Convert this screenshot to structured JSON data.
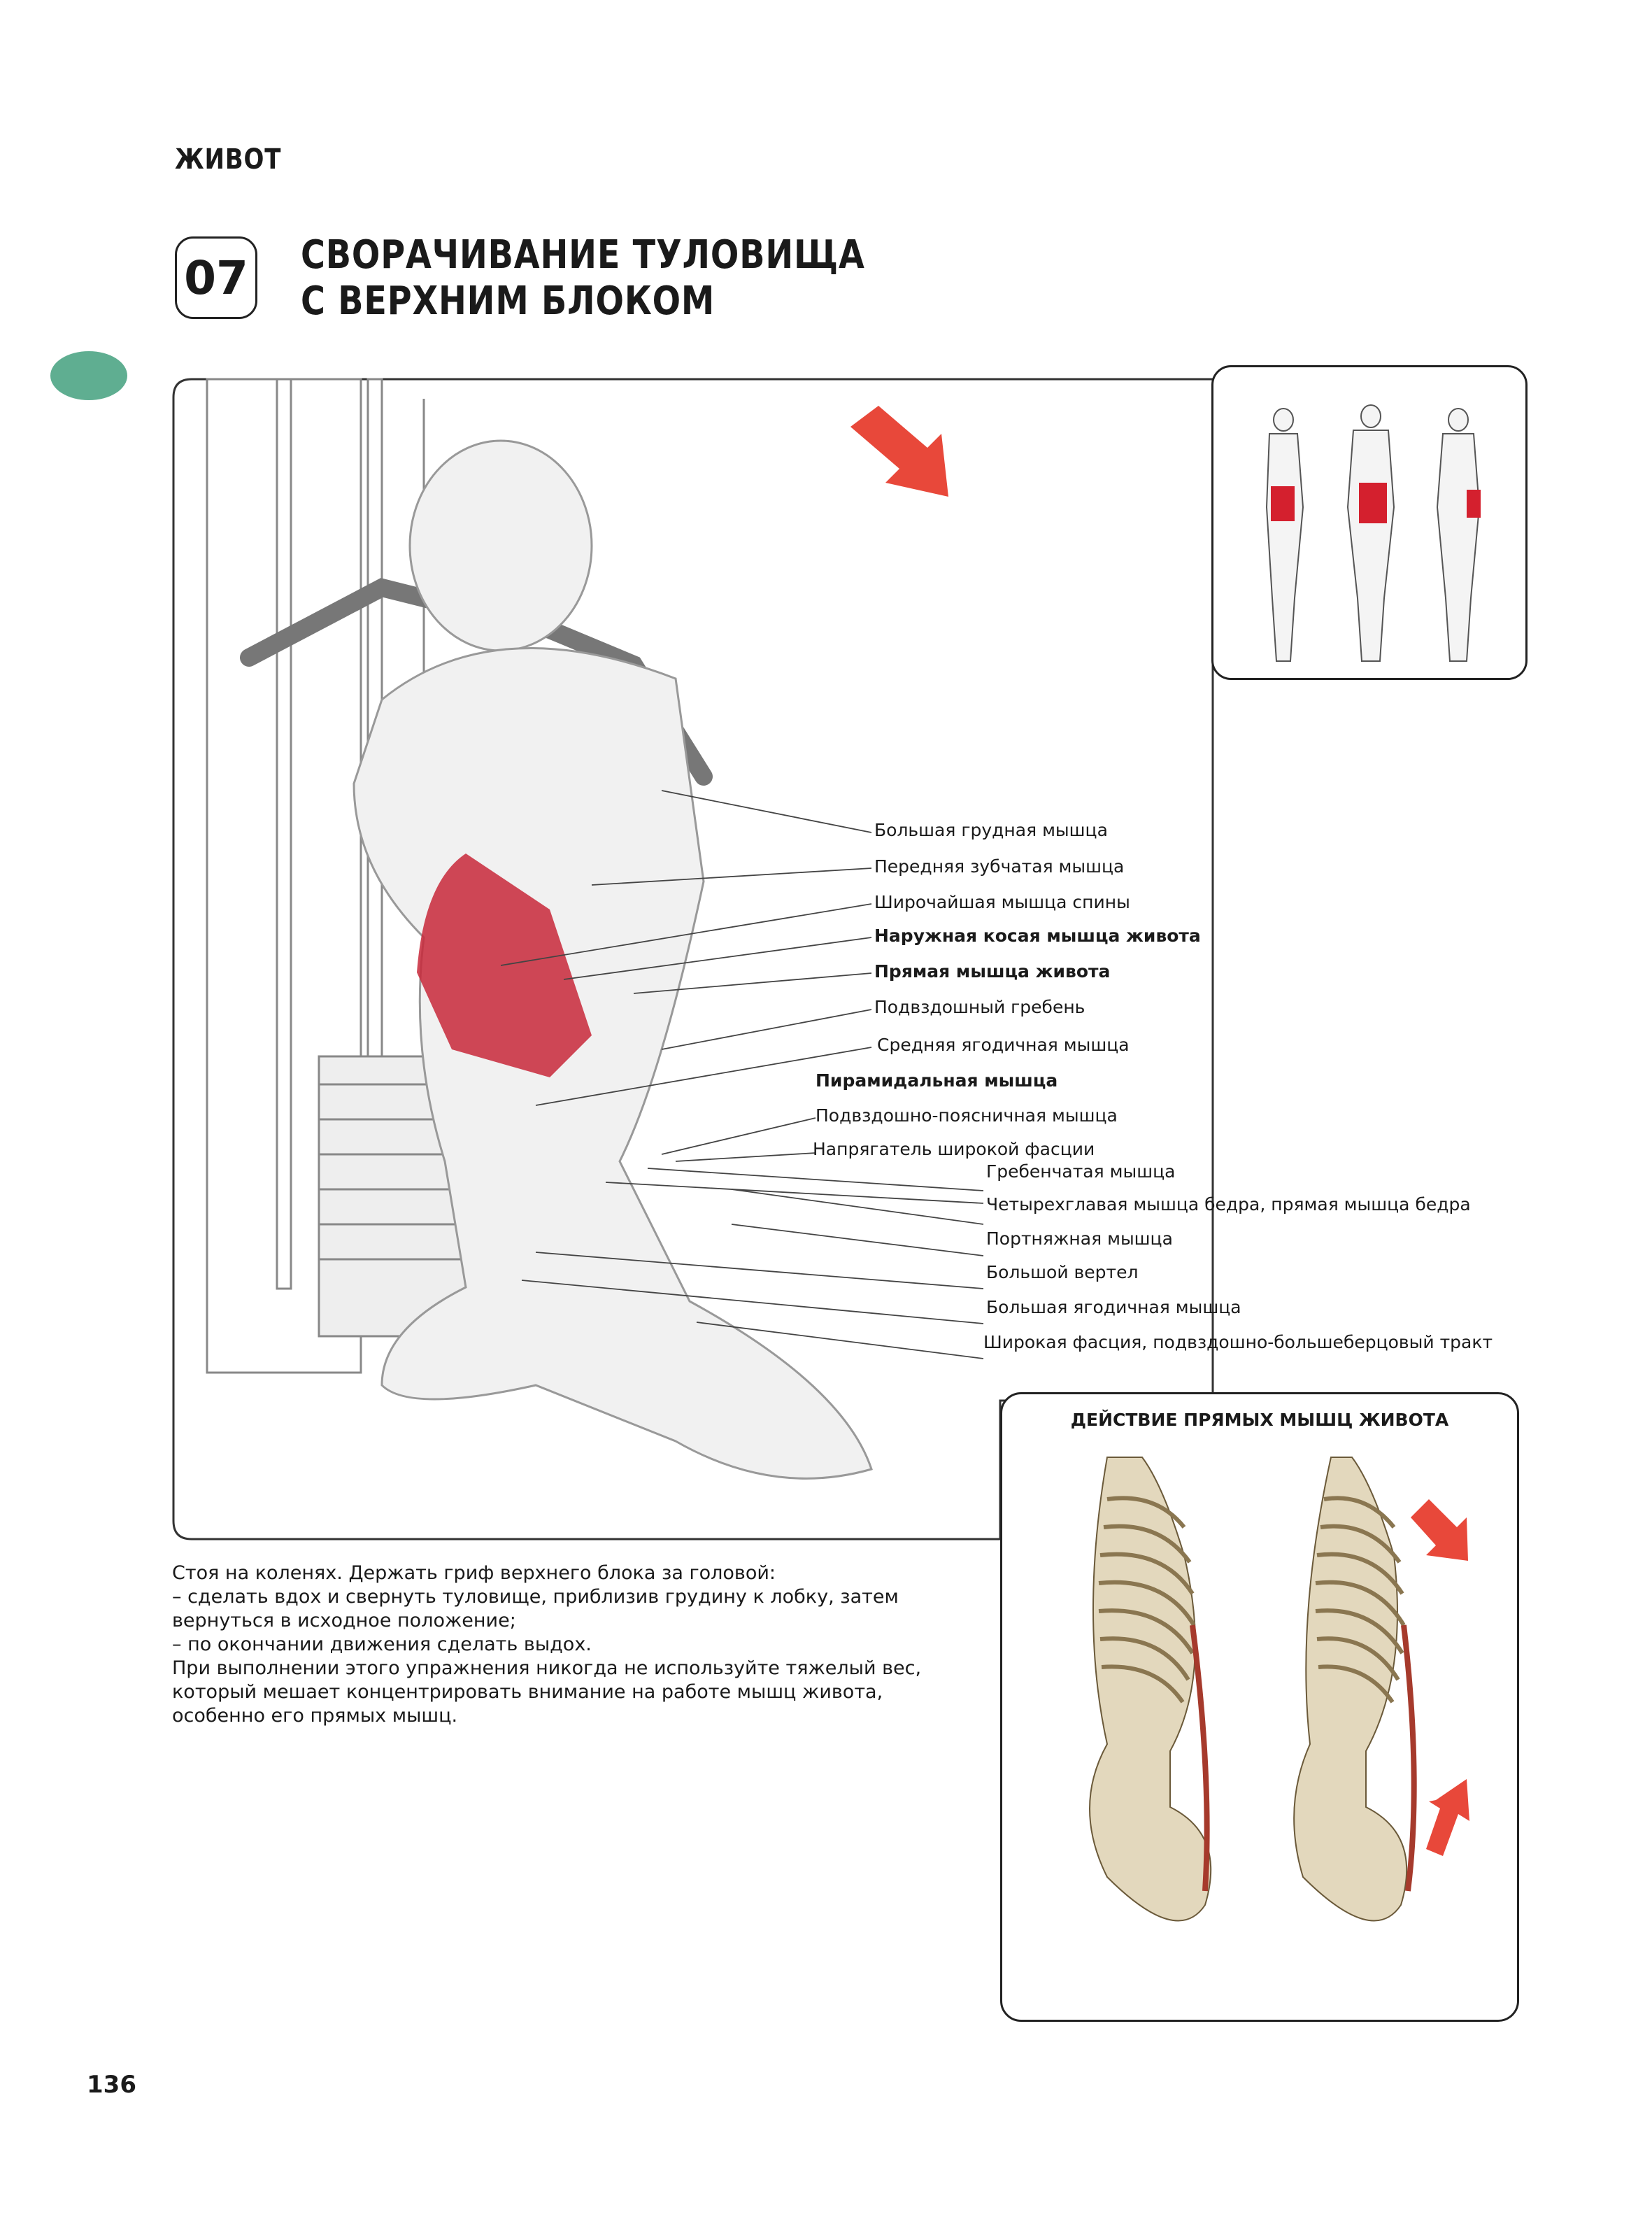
{
  "section": "ЖИВОТ",
  "exercise": {
    "number": "07",
    "title_line1": "СВОРАЧИВАНИЕ ТУЛОВИЩА",
    "title_line2": "С ВЕРХНИМ БЛОКОМ"
  },
  "labels": [
    "Большая грудная мышца",
    "Передняя зубчатая мышца",
    "Широчайшая мышца спины",
    "Наружная косая мышца живота",
    "Прямая мышца живота",
    "Подвздошный гребень",
    "Средняя ягодичная мышца",
    "Пирамидальная мышца",
    "Подвздошно-поясничная мышца",
    "Напрягатель широкой фасции",
    "Гребенчатая мышца",
    "Четырехглавая мышца бедра, прямая мышца бедра",
    "Портняжная мышца",
    "Большой вертел",
    "Большая ягодичная мышца",
    "Широкая фасция, подвздошно-большеберцовый тракт"
  ],
  "inset_title": "ДЕЙСТВИЕ ПРЯМЫХ МЫШЦ ЖИВОТА",
  "description": [
    "Стоя на коленях. Держать гриф верхнего блока за головой:",
    "– сделать вдох и свернуть туловище, приблизив грудину к лобку, затем вернуться в исходное положение;",
    "– по окончании движения сделать выдох.",
    "При выполнении этого упражнения никогда не используйте тяжелый вес, который мешает концентрировать внимание на работе мышц живота, особенно его прямых мышц."
  ],
  "page_number": "136",
  "colors": {
    "accent_tab": "#5fae91",
    "highlight_muscle": "#c8283a",
    "arrow": "#e8483a"
  }
}
